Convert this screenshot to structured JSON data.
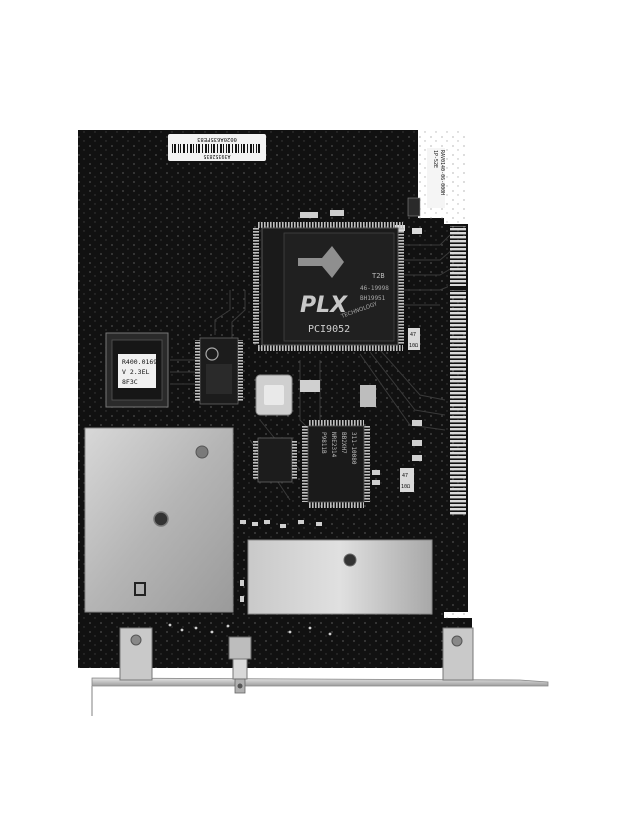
{
  "barcode": {
    "top_text": "0020A635FE83",
    "bottom_text": "A39352835"
  },
  "side_label": {
    "line1": "1P-52E",
    "line2": "RAV0140-06-000H"
  },
  "main_chip": {
    "brand": "PLX",
    "sub": "TECHNOLOGY",
    "part": "PCI9052",
    "code": "T2B",
    "line3": "46-19998",
    "line4": "BH19951"
  },
  "eprom_label": {
    "line1": "R400.0169",
    "line2": "V 2.3EL",
    "line3": "8F3C"
  },
  "mid_chip": {
    "line1": "P9811B",
    "line2": "NRE2314",
    "line3": "BB2XH7",
    "line4": "311-10080"
  },
  "passives": {
    "cap_a": "47",
    "cap_b": "10Ω",
    "cap_c": "47",
    "cap_d": "10Ω"
  },
  "colors": {
    "board": "#111111",
    "shield": "#bdbdbd",
    "bracket": "#cfcfcf",
    "trace": "#3a3a3a",
    "background": "#ffffff"
  }
}
